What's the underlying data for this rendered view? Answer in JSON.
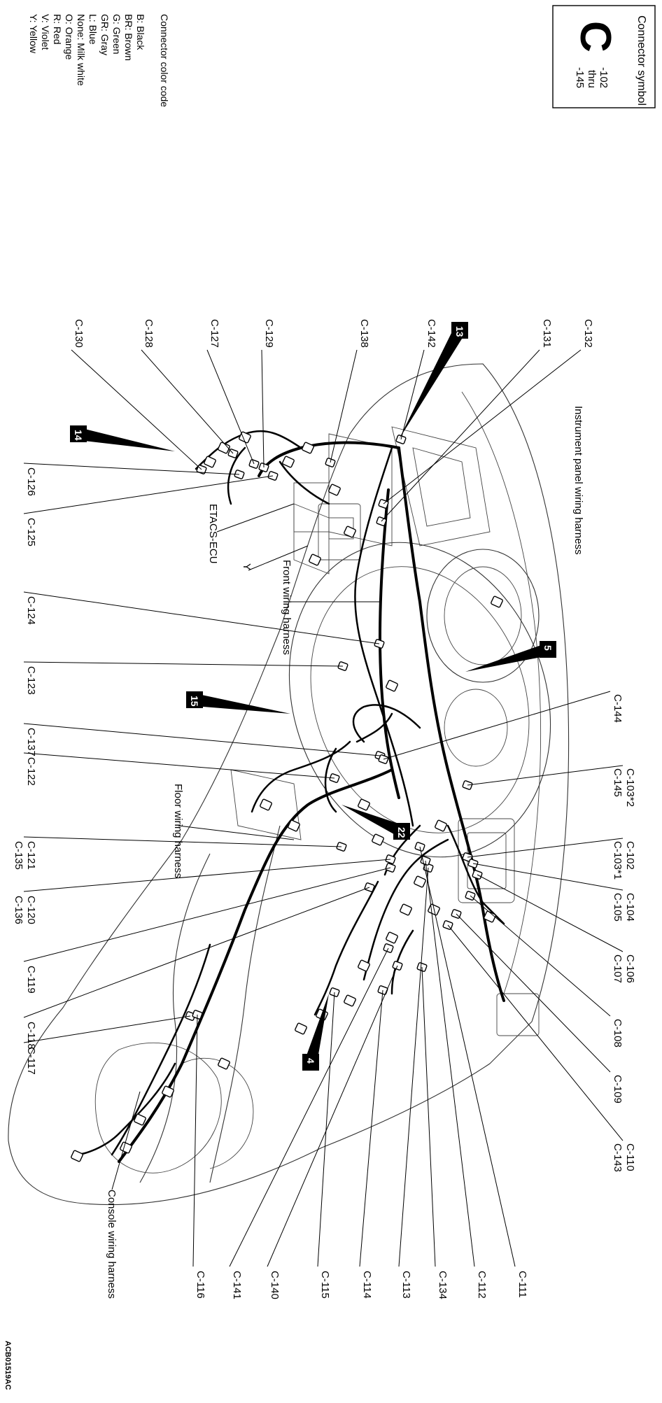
{
  "symbol_box": {
    "title": "Connector symbol",
    "letter": "C",
    "range_from": "-102",
    "range_mid": "thru",
    "range_to": "-145"
  },
  "color_code": {
    "title": "Connector color code",
    "entries": [
      "B: Black",
      "BR: Brown",
      "G: Green",
      "GR: Gray",
      "L: Blue",
      "None: Milk white",
      "O: Orange",
      "R: Red",
      "V: Violet",
      "Y: Yellow"
    ]
  },
  "harness_labels": {
    "instrument_panel": "Instrument panel wiring harness",
    "front": "Front wiring harness",
    "floor": "Floor wiring harness",
    "console": "Console wiring harness",
    "etacs": "ETACS-ECU",
    "y": "Y"
  },
  "badges": [
    "13",
    "14",
    "5",
    "15",
    "22",
    "4"
  ],
  "connectors": {
    "top": [
      "C-132",
      "C-131",
      "C-142",
      "C-138",
      "C-129",
      "C-127",
      "C-128",
      "C-130"
    ],
    "left": [
      "C-126",
      "C-125",
      "C-124",
      "C-123",
      "C-137",
      "C-122",
      "C-121",
      "C-135",
      "C-120",
      "C-136",
      "C-119",
      "C-118",
      "C-117"
    ],
    "right": [
      "C-144",
      "C-103*2",
      "C-145",
      "C-102",
      "C-103*1",
      "C-104",
      "C-105",
      "C-106",
      "C-107",
      "C-108",
      "C-109",
      "C-110",
      "C-143"
    ],
    "bottom": [
      "C-116",
      "C-141",
      "C-140",
      "C-115",
      "C-114",
      "C-113",
      "C-134",
      "C-112",
      "C-111"
    ]
  },
  "drawing_code": "ACB01519AC"
}
